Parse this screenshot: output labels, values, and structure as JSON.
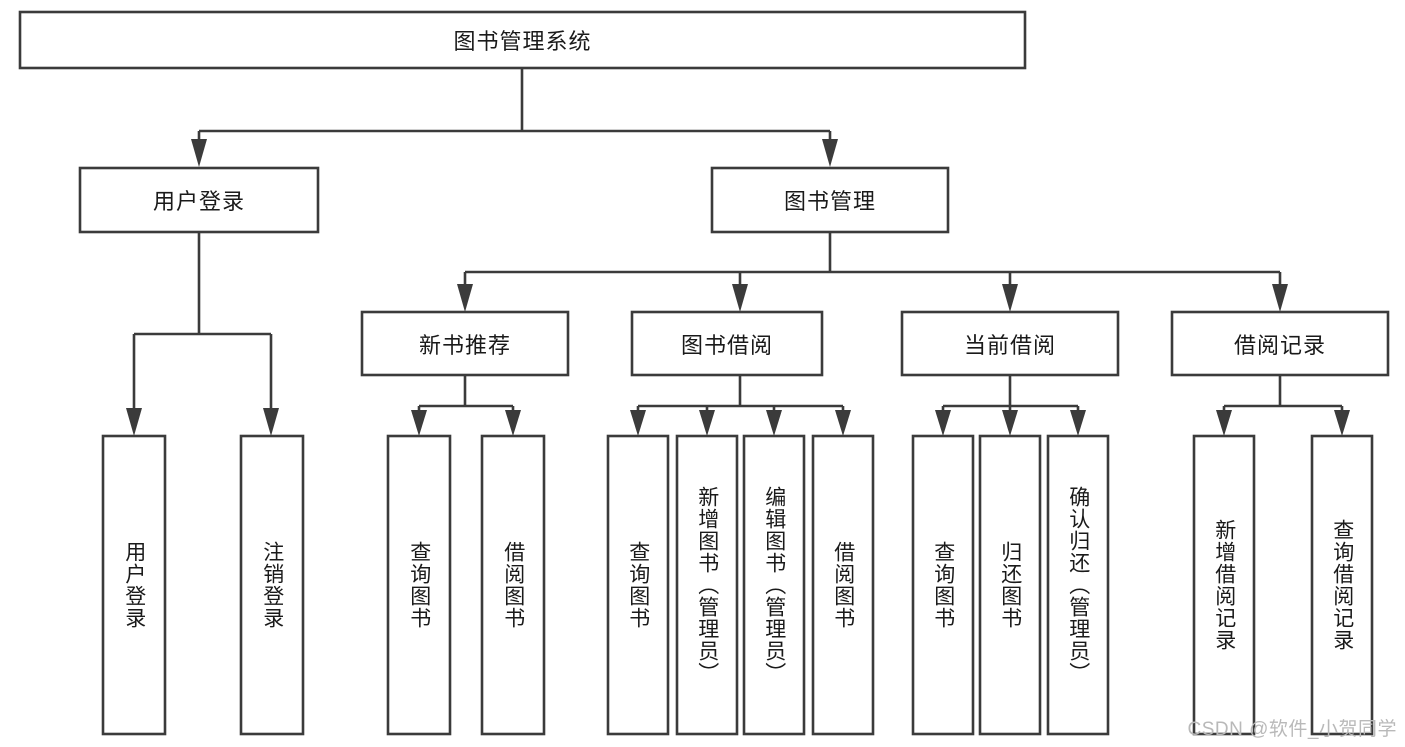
{
  "diagram": {
    "title": "图书管理系统",
    "type": "tree-hierarchy-flowchart",
    "watermark": "CSDN @软件_小贺同学",
    "colors": {
      "background": "#ffffff",
      "box_stroke": "#3b3b3b",
      "box_fill": "#ffffff",
      "text": "#1a1a1a",
      "watermark": "#b9b9b9"
    },
    "root": {
      "label": "图书管理系统",
      "orientation": "horizontal"
    },
    "level2": [
      {
        "label": "用户登录",
        "orientation": "horizontal"
      },
      {
        "label": "图书管理",
        "orientation": "horizontal"
      }
    ],
    "level3": [
      {
        "label": "新书推荐",
        "orientation": "horizontal"
      },
      {
        "label": "图书借阅",
        "orientation": "horizontal"
      },
      {
        "label": "当前借阅",
        "orientation": "horizontal"
      },
      {
        "label": "借阅记录",
        "orientation": "horizontal"
      }
    ],
    "leaves": {
      "user_login": [
        {
          "label": "用户登录",
          "orientation": "vertical"
        },
        {
          "label": "注销登录",
          "orientation": "vertical"
        }
      ],
      "new_book_recommend": [
        {
          "label": "查询图书",
          "orientation": "vertical"
        },
        {
          "label": "借阅图书",
          "orientation": "vertical"
        }
      ],
      "book_borrow": [
        {
          "label": "查询图书",
          "orientation": "vertical"
        },
        {
          "label": "新增图书（管理员）",
          "orientation": "vertical"
        },
        {
          "label": "编辑图书（管理员）",
          "orientation": "vertical"
        },
        {
          "label": "借阅图书",
          "orientation": "vertical"
        }
      ],
      "current_borrow": [
        {
          "label": "查询图书",
          "orientation": "vertical"
        },
        {
          "label": "归还图书",
          "orientation": "vertical"
        },
        {
          "label": "确认归还（管理员）",
          "orientation": "vertical"
        }
      ],
      "borrow_record": [
        {
          "label": "新增借阅记录",
          "orientation": "vertical"
        },
        {
          "label": "查询借阅记录",
          "orientation": "vertical"
        }
      ]
    }
  }
}
